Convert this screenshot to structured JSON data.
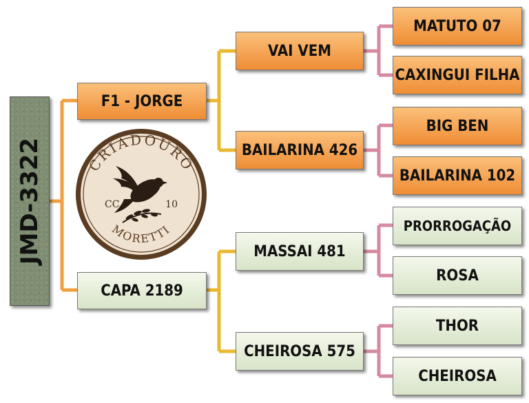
{
  "root": {
    "label": "JMD-3322"
  },
  "parents": {
    "sire": "F1 - JORGE",
    "dam": "CAPA 2189"
  },
  "grandparents": {
    "sire_sire": "VAI VEM",
    "sire_dam": "BAILARINA 426",
    "dam_sire": "MASSAI 481",
    "dam_dam": "CHEIROSA 575"
  },
  "great_grandparents": [
    "MATUTO 07",
    "CAXINGUI FILHA",
    "BIG BEN",
    "BAILARINA 102",
    "PRORROGAÇÃO",
    "ROSA",
    "THOR",
    "CHEIROSA"
  ],
  "logo": {
    "top_text": "CRIADOURO",
    "bottom_text": "MORETTI",
    "left_text": "CC",
    "right_text": "10"
  },
  "colors": {
    "orange_box": "#ef8d35",
    "green_box": "#d8e4c8",
    "root_box": "#7f8e72",
    "orange_line": "#f0a040",
    "yellow_line": "#e8b830",
    "pink_line": "#d58aa0",
    "logo_bg": "#f0e2d0",
    "logo_ring": "#5a3c22"
  }
}
